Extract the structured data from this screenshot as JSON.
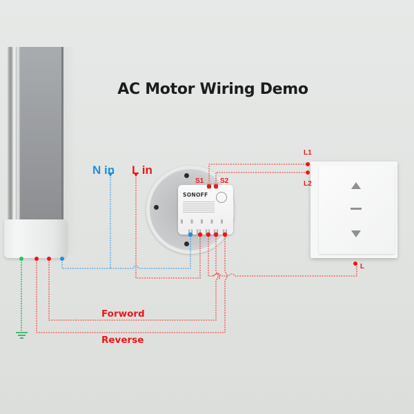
{
  "title": "AC Motor Wiring Demo",
  "labels": {
    "n_in": "N in",
    "l_in": "L in",
    "s1": "S1",
    "s2": "S2",
    "l1": "L1",
    "l2": "L2",
    "l": "L",
    "forward": "Forword",
    "reverse": "Reverse"
  },
  "module": {
    "brand": "SONOFF"
  },
  "colors": {
    "live": "#f01515",
    "neutral": "#1e8fe0",
    "ground": "#22a550",
    "title": "#1c1c1c"
  },
  "icons": {
    "switch_up": "triangle-up",
    "switch_stop": "dash",
    "switch_down": "triangle-down",
    "ground": "ground-symbol"
  }
}
